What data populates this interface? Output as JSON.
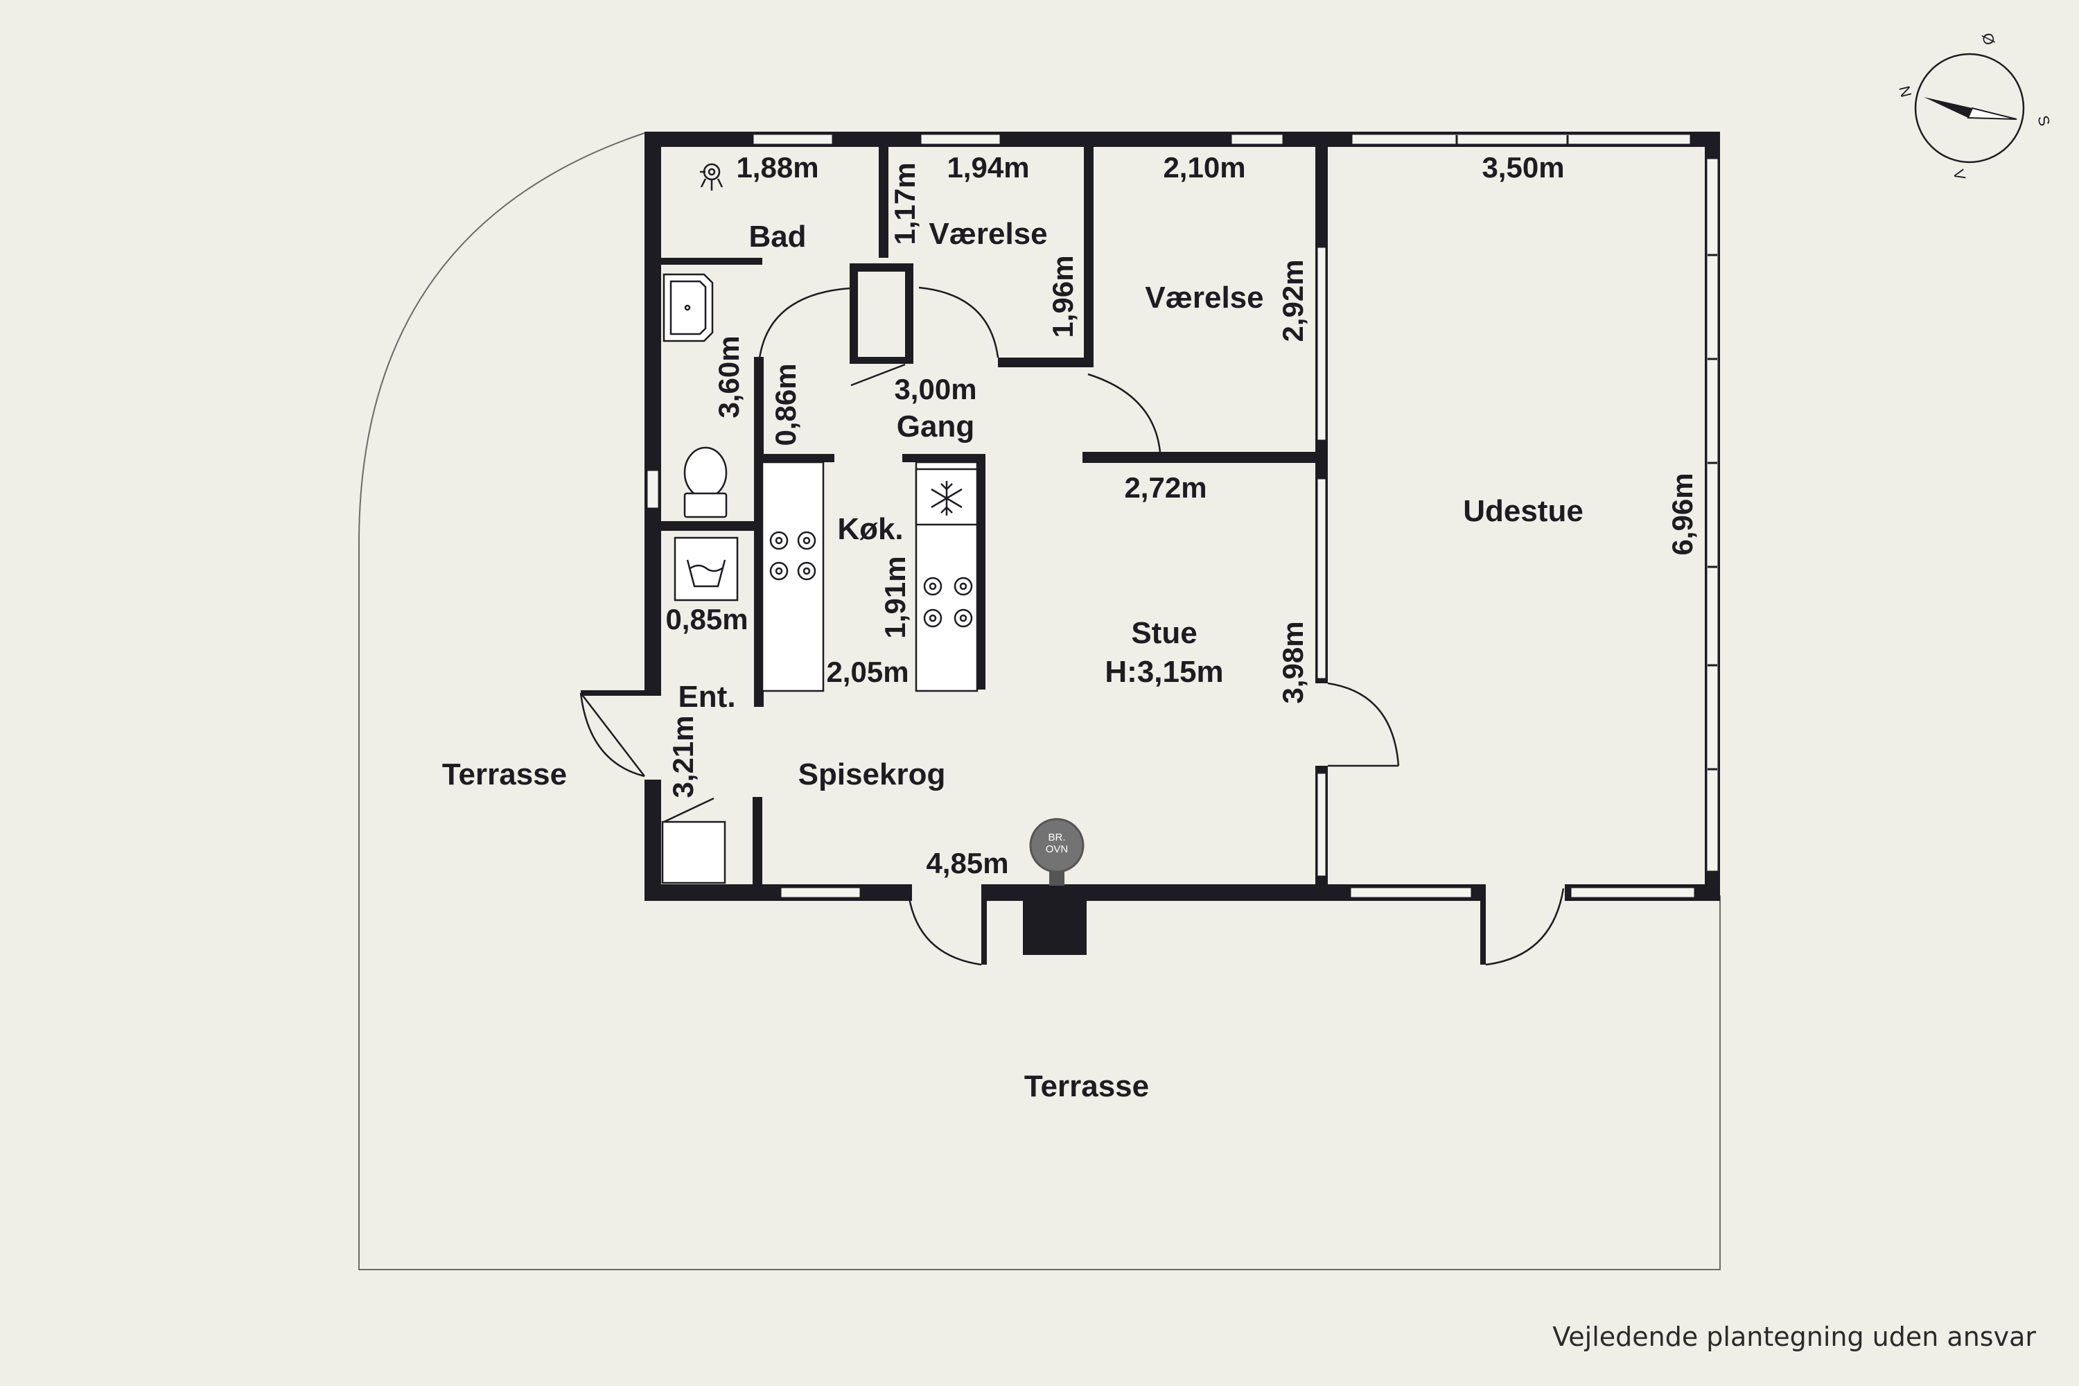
{
  "rooms": {
    "bad": "Bad",
    "vaerelse_small": "Værelse",
    "vaerelse_large": "Værelse",
    "gang": "Gang",
    "kokken": "Køk.",
    "entre": "Ent.",
    "stue": "Stue",
    "stue_height": "H:3,15m",
    "udestue": "Udestue",
    "spisekrog": "Spisekrog",
    "terrasse_west": "Terrasse",
    "terrasse_south": "Terrasse"
  },
  "dimensions": {
    "bad_width": "1,88m",
    "bad_length": "3,60m",
    "vaerelse_small_width": "1,94m",
    "vaerelse_small_depth_a": "1,17m",
    "vaerelse_small_depth_b": "1,96m",
    "vaerelse_large_width": "2,10m",
    "vaerelse_large_depth": "2,92m",
    "udestue_width": "3,50m",
    "udestue_length": "6,96m",
    "gang_length": "3,00m",
    "gang_width": "0,86m",
    "stue_top": "2,72m",
    "stue_length": "3,98m",
    "kokken_length": "1,91m",
    "kokken_width": "2,05m",
    "bryggers_width": "0,85m",
    "entre_length": "3,21m",
    "spisekrog_width": "4,85m"
  },
  "fixtures": {
    "oven_line1": "BR.",
    "oven_line2": "OVN"
  },
  "compass": {
    "north": "N",
    "east": "Ø",
    "south": "S",
    "west": "V"
  },
  "disclaimer": "Vejledende plantegning uden ansvar",
  "colors": {
    "background": "#f0efe7",
    "wall": "#1d1c22",
    "window_fill": "#f4f4ef",
    "line": "#555555"
  }
}
